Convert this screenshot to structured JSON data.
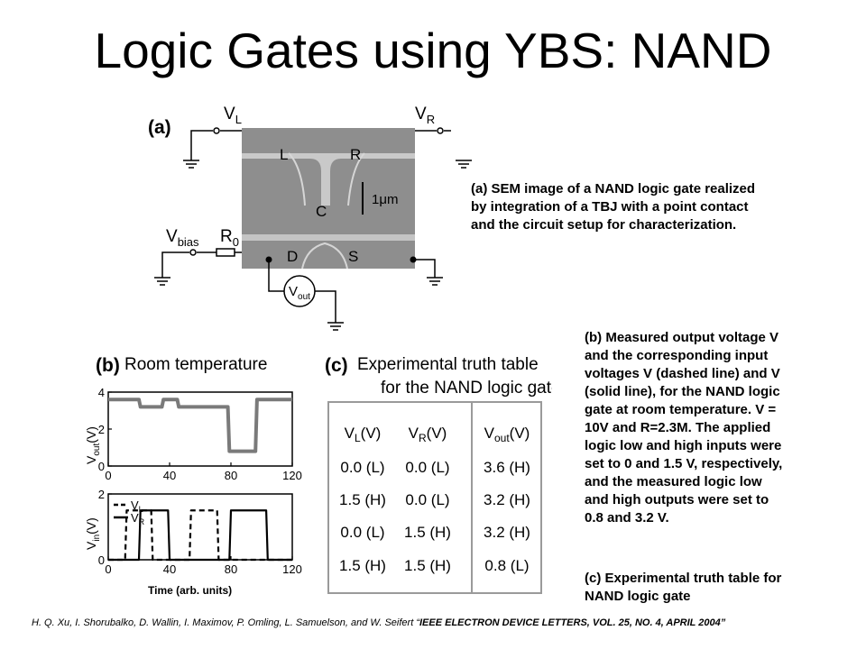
{
  "title": "Logic Gates using YBS: NAND",
  "figure_a": {
    "panel": "(a)",
    "v_left": "V",
    "v_left_sub": "L",
    "v_right": "V",
    "v_right_sub": "R",
    "v_bias": "V",
    "v_bias_sub": "bias",
    "r_zero": "R",
    "r_zero_sub": "0",
    "v_out": "V",
    "v_out_sub": "out",
    "terminal_l": "L",
    "terminal_r": "R",
    "terminal_c": "C",
    "terminal_d": "D",
    "terminal_s": "S",
    "scale_bar": "1μm"
  },
  "figure_b": {
    "panel": "(b)",
    "heading": "Room temperature",
    "top_ylabel": "V",
    "top_ylabel_sub": "out",
    "top_ylabel_unit": "(V)",
    "bottom_ylabel": "V",
    "bottom_ylabel_sub": "in",
    "bottom_ylabel_unit": "(V)",
    "xlabel": "Time (arb. units)",
    "legend_l": "V",
    "legend_l_sub": "L",
    "legend_r": "V",
    "legend_r_sub": "R"
  },
  "chart_data": [
    {
      "type": "line",
      "ylabel": "Vout (V)",
      "xlim": [
        0,
        120
      ],
      "ylim": [
        0,
        4
      ],
      "xticks": [
        "0",
        "40",
        "80",
        "120"
      ],
      "yticks": [
        "0",
        "2",
        "4"
      ],
      "series": [
        {
          "x": [
            0,
            20,
            21,
            35,
            36,
            45,
            46,
            78,
            79,
            96,
            97,
            120
          ],
          "y": [
            3.6,
            3.6,
            3.2,
            3.2,
            3.6,
            3.6,
            3.2,
            3.2,
            0.8,
            0.8,
            3.6,
            3.6
          ]
        }
      ]
    },
    {
      "type": "line",
      "ylabel": "Vin (V)",
      "xlim": [
        0,
        120
      ],
      "ylim": [
        0,
        2
      ],
      "xticks": [
        "0",
        "40",
        "80",
        "120"
      ],
      "yticks": [
        "0",
        "2"
      ],
      "series": [
        {
          "name": "VL",
          "style": "dashed",
          "x": [
            0,
            11,
            12,
            28,
            29,
            53,
            54,
            71,
            72,
            120
          ],
          "y": [
            0,
            0,
            1.5,
            1.5,
            0,
            0,
            1.5,
            1.5,
            0,
            0
          ]
        },
        {
          "name": "VR",
          "style": "solid",
          "x": [
            0,
            20,
            21,
            39,
            40,
            79,
            80,
            103,
            104,
            120
          ],
          "y": [
            0,
            0,
            1.5,
            1.5,
            0,
            0,
            1.5,
            1.5,
            0,
            0
          ]
        }
      ]
    }
  ],
  "figure_c": {
    "panel": "(c)",
    "heading_line1": "Experimental truth table",
    "heading_line2": "for the NAND logic gate",
    "headers": [
      {
        "main": "V",
        "sub": "L",
        "unit": "(V)"
      },
      {
        "main": "V",
        "sub": "R",
        "unit": "(V)"
      },
      {
        "main": "V",
        "sub": "out",
        "unit": "(V)"
      }
    ],
    "rows": [
      [
        "0.0 (L)",
        "0.0 (L)",
        "3.6 (H)"
      ],
      [
        "1.5 (H)",
        "0.0 (L)",
        "3.2 (H)"
      ],
      [
        "0.0 (L)",
        "1.5 (H)",
        "3.2 (H)"
      ],
      [
        "1.5 (H)",
        "1.5 (H)",
        "0.8 (L)"
      ]
    ]
  },
  "caption_a_lines": [
    "(a) SEM image of a NAND logic gate realized",
    "by integration of a TBJ with a point contact",
    "and the circuit setup for characterization."
  ],
  "caption_b_lines": [
    "(b) Measured output voltage V",
    "and the corresponding input",
    "voltages V (dashed line) and V",
    "(solid line), for the NAND logic",
    "gate at room temperature. V =",
    "10V and R=2.3M. The applied",
    "logic low and high inputs were",
    "set to 0 and 1.5 V, respectively,",
    "and the measured logic low",
    "and high outputs were set to",
    "0.8 and 3.2 V."
  ],
  "caption_c_lines": [
    "(c) Experimental truth table for",
    "NAND logic gate"
  ],
  "citation": {
    "authors": "H. Q. Xu, I. Shorubalko, D. Wallin, I. Maximov, P. Omling, L. Samuelson, and W. Seifert “",
    "journal": "IEEE ELECTRON DEVICE LETTERS, VOL. 25, NO. 4, APRIL 2004”"
  }
}
